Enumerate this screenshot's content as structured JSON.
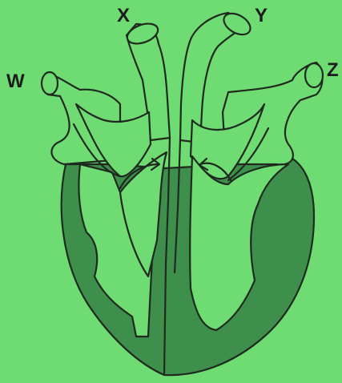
{
  "diagram": {
    "labels": {
      "x": "X",
      "y": "Y",
      "w": "W",
      "z": "Z"
    },
    "colors": {
      "background": "#6fdc73",
      "muscle": "#3f8f4c",
      "chamber": "#6fdc73",
      "outline": "#1e2a1e"
    }
  }
}
